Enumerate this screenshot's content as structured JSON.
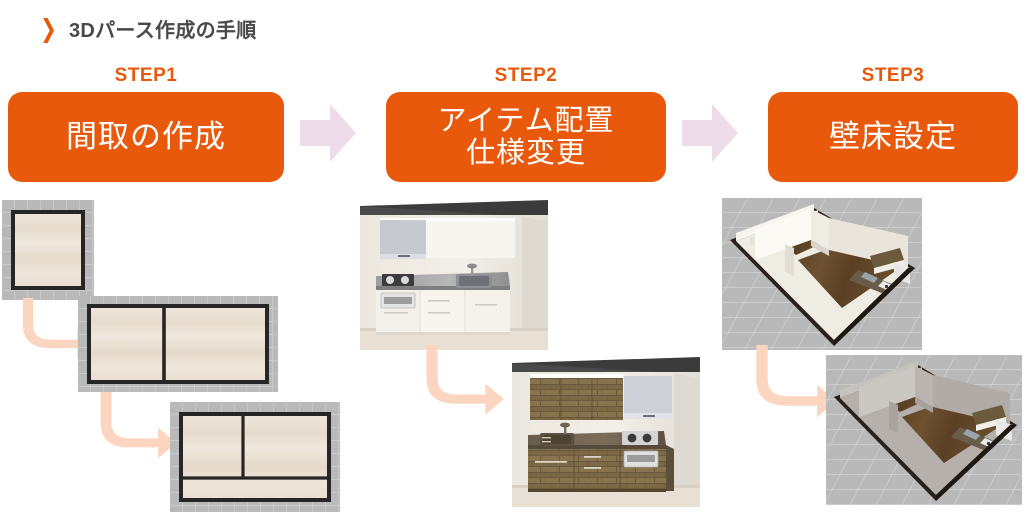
{
  "header": {
    "chevron_icon": "chevron-right-icon",
    "title": "3Dパース作成の手順"
  },
  "accent_colors": {
    "orange": "#E8590C",
    "pink_arrow": "#EEDCEA",
    "peach_arrow": "#FBD5BF",
    "title_gray": "#494949"
  },
  "steps": [
    {
      "label": "STEP1",
      "lines": [
        "間取の作成"
      ],
      "thumbnails": [
        {
          "name": "floorplan-single-room",
          "caption": ""
        },
        {
          "name": "floorplan-two-rooms",
          "caption": ""
        },
        {
          "name": "floorplan-three-rooms",
          "caption": ""
        }
      ]
    },
    {
      "label": "STEP2",
      "lines": [
        "アイテム配置",
        "仕様変更"
      ],
      "thumbnails": [
        {
          "name": "kitchen-render-white",
          "caption": ""
        },
        {
          "name": "kitchen-render-wood",
          "caption": ""
        }
      ]
    },
    {
      "label": "STEP3",
      "lines": [
        "壁床設定"
      ],
      "thumbnails": [
        {
          "name": "room-3d-white-walls",
          "caption": ""
        },
        {
          "name": "room-3d-gray-walls",
          "caption": ""
        }
      ]
    }
  ],
  "connectors": {
    "between_step1_step2": "arrow-right",
    "between_step2_step3": "arrow-right",
    "step_internal": "curved-arrow-down-right"
  }
}
